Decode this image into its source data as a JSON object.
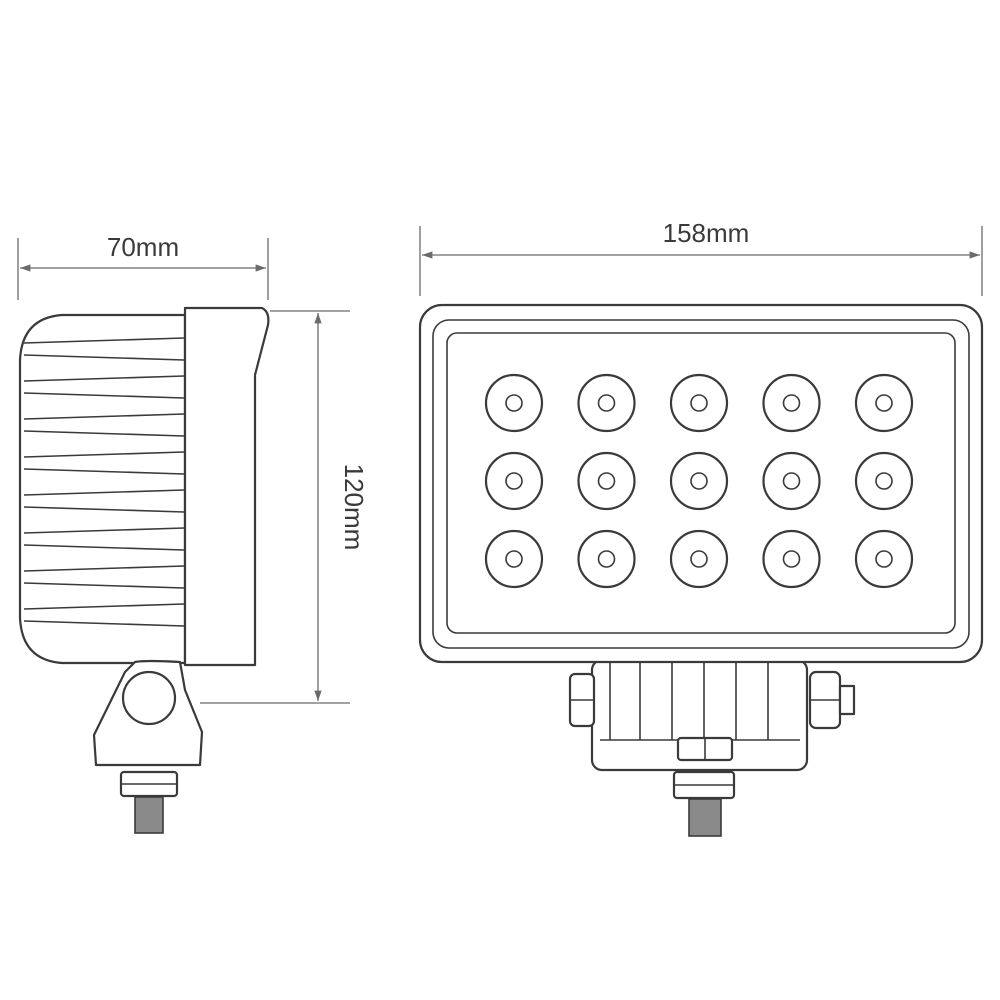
{
  "dimensions": {
    "depth": "70mm",
    "width": "158mm",
    "height": "120mm"
  },
  "led_grid": {
    "rows": 3,
    "cols": 5
  }
}
